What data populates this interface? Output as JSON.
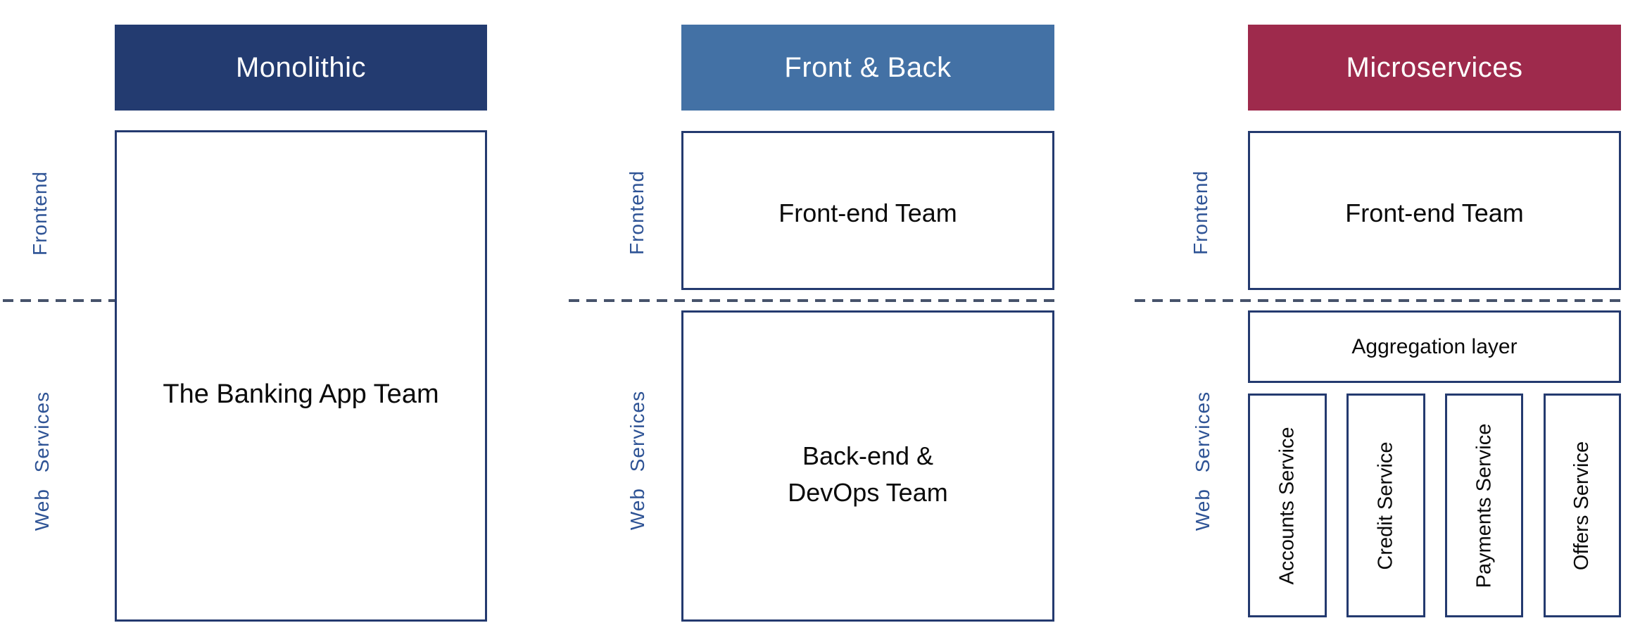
{
  "colors": {
    "border": "#243A6F",
    "dashed": "#47536B",
    "label": "#2E5395",
    "text": "#0A0A0A",
    "header_text": "#FFFFFF"
  },
  "lanes": {
    "frontend": "Frontend",
    "web_services": "Web Services"
  },
  "columns": [
    {
      "header": "Monolithic",
      "header_bg": "#233B70",
      "team": "The Banking App Team"
    },
    {
      "header": "Front & Back",
      "header_bg": "#4371A5",
      "frontend_team": "Front-end Team",
      "backend_team": "Back-end &\nDevOps Team"
    },
    {
      "header": "Microservices",
      "header_bg": "#9E2A4C",
      "frontend_team": "Front-end Team",
      "aggregation": "Aggregation layer",
      "services": [
        "Accounts Service",
        "Credit Service",
        "Payments Service",
        "Offers Service"
      ]
    }
  ]
}
